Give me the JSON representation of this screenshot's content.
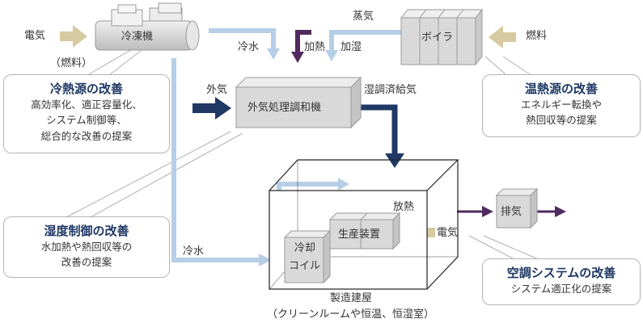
{
  "equipment": {
    "chiller": "冷凍機",
    "boiler": "ボイラ",
    "air_handler": "外気処理調和機",
    "cooling_coil_line1": "冷却",
    "cooling_coil_line2": "コイル",
    "production_equipment": "生産装置",
    "exhaust": "排気"
  },
  "flows": {
    "electricity_left": "電気",
    "fuel_paren": "（燃料）",
    "chilled_water_top": "冷水",
    "chilled_water_bottom": "冷水",
    "steam": "蒸気",
    "heating": "加熱",
    "humidification": "加湿",
    "fuel_right": "燃料",
    "outside_air": "外気",
    "conditioned_supply": "湿調済給気",
    "heat_release": "放熱",
    "electricity_right": "電気"
  },
  "building": {
    "name": "製造建屋",
    "note": "（クリーンルームや恒温、恒湿室）"
  },
  "callouts": {
    "cold_source": {
      "title": "冷熱源の改善",
      "lines": [
        "高効率化、適正容量化、",
        "システム制御等、",
        "総合的な改善の提案"
      ]
    },
    "heat_source": {
      "title": "温熱源の改善",
      "lines": [
        "エネルギー転換や",
        "熱回収等の提案"
      ]
    },
    "humidity": {
      "title": "湿度制御の改善",
      "lines": [
        "水加熱や熱回収等の",
        "改善の提案"
      ]
    },
    "hvac_system": {
      "title": "空調システムの改善",
      "lines": [
        "システム適正化の提案"
      ]
    }
  },
  "colors": {
    "electricity_arrow": "#d6caa0",
    "water_pipe": "#b6cfe6",
    "dark_navy_arrow": "#1f3864",
    "purple_arrow": "#4f2a5f",
    "equipment_fill": "#d9d9d9",
    "callout_title": "#1f3864"
  }
}
